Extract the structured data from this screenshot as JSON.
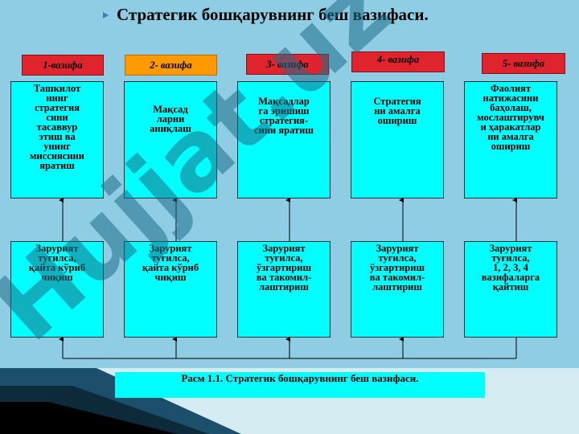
{
  "title": "Стратегик бошқарувнинг беш  вазифаси.",
  "functions": [
    {
      "label": "1-вазифа",
      "label_color": "#e0242e",
      "description": "Ташкилот\nнинг\nстратегия\nсини\nтасаввур\nэтиш ва\nунинг\nмиссиясини\nяратиш",
      "trigger": "Зарурият\nтуғилса,\nқайта кўриб\nчиқиш"
    },
    {
      "label": "2- вазифа",
      "label_color": "#ff9900",
      "description": "Мақсад\nларни\nаниқлаш",
      "trigger": "Зарурият\nтуғилса,\nқайта кўриб\nчиқиш"
    },
    {
      "label": "3- вазифа",
      "label_color": "#e0242e",
      "description": "Мақсадлар\nга эришиш\nстратегия-\nсини яратиш",
      "trigger": "Зарурият\nтуғилса,\nўзгартириш\nва такомил-\nлаштириш"
    },
    {
      "label": "4- вазифа",
      "label_color": "#e0242e",
      "description": "Стратегия\nни амалга\nошириш",
      "trigger": "Зарурият\nтуғилса,\nўзгартириш\nва такомил-\nлаштириш"
    },
    {
      "label": "5- вазифа",
      "label_color": "#e0242e",
      "description": "Фаолият\nнатижасини\nбаҳолаш,\nмослаштирувч\nи ҳаракатлар\nни амалга\nошириш",
      "trigger": "Зарурият\nтуғилса,\n1, 2, 3, 4\nвазифаларга\nқайтиш"
    }
  ],
  "caption": "Расм 1.1. Стратегик бошқарувнинг беш  вазифаси.",
  "watermark": "Hujjat.uz"
}
